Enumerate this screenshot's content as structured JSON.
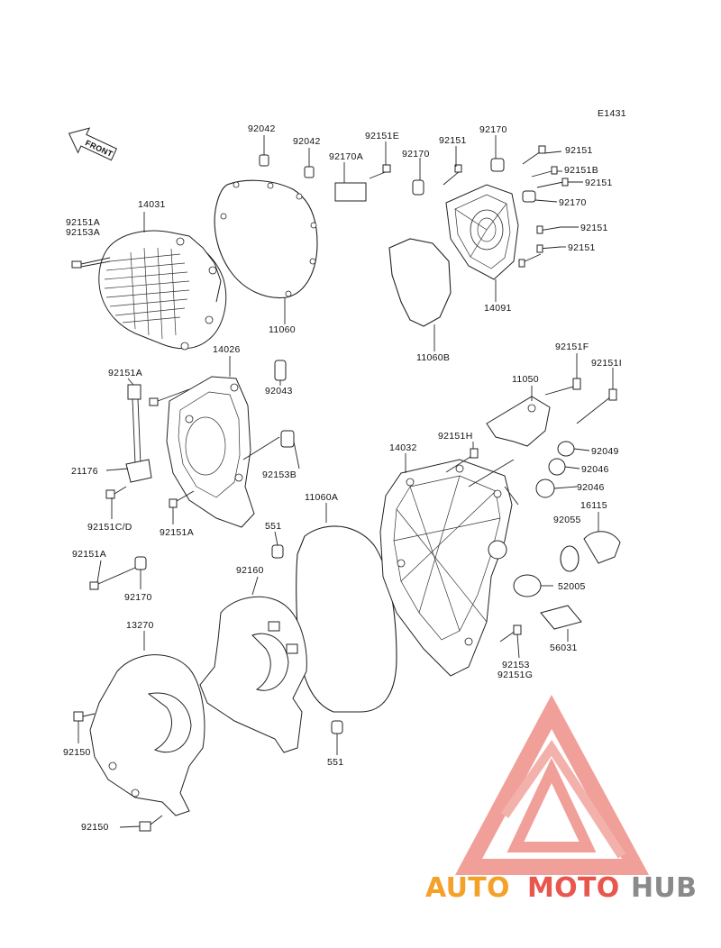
{
  "diagram": {
    "code": "E1431",
    "front_label": "FRONT",
    "part_labels": [
      {
        "id": "p1",
        "text": "92042"
      },
      {
        "id": "p2",
        "text": "92042"
      },
      {
        "id": "p3",
        "text": "92151E"
      },
      {
        "id": "p4",
        "text": "92151"
      },
      {
        "id": "p5",
        "text": "92170"
      },
      {
        "id": "p6",
        "text": "92170A"
      },
      {
        "id": "p7",
        "text": "92170"
      },
      {
        "id": "p8",
        "text": "92151"
      },
      {
        "id": "p9",
        "text": "92151B"
      },
      {
        "id": "p10",
        "text": "92151"
      },
      {
        "id": "p11",
        "text": "92170"
      },
      {
        "id": "p12",
        "text": "92151"
      },
      {
        "id": "p13",
        "text": "92151"
      },
      {
        "id": "p14",
        "text": "14031"
      },
      {
        "id": "p15",
        "text": "92151A"
      },
      {
        "id": "p16",
        "text": "92153A"
      },
      {
        "id": "p17",
        "text": "11060"
      },
      {
        "id": "p18",
        "text": "14091"
      },
      {
        "id": "p19",
        "text": "11060B"
      },
      {
        "id": "p20",
        "text": "14026"
      },
      {
        "id": "p21",
        "text": "92151A"
      },
      {
        "id": "p22",
        "text": "92043"
      },
      {
        "id": "p23",
        "text": "92151F"
      },
      {
        "id": "p24",
        "text": "92151I"
      },
      {
        "id": "p25",
        "text": "11050"
      },
      {
        "id": "p26",
        "text": "92151H"
      },
      {
        "id": "p27",
        "text": "92049"
      },
      {
        "id": "p28",
        "text": "14032"
      },
      {
        "id": "p29",
        "text": "92046"
      },
      {
        "id": "p30",
        "text": "21176"
      },
      {
        "id": "p31",
        "text": "92153B"
      },
      {
        "id": "p32",
        "text": "92046"
      },
      {
        "id": "p33",
        "text": "11060A"
      },
      {
        "id": "p34",
        "text": "16115"
      },
      {
        "id": "p35",
        "text": "92151C/D"
      },
      {
        "id": "p36",
        "text": "92055"
      },
      {
        "id": "p37",
        "text": "551"
      },
      {
        "id": "p38",
        "text": "92151A"
      },
      {
        "id": "p39",
        "text": "92151A"
      },
      {
        "id": "p40",
        "text": "92160"
      },
      {
        "id": "p41",
        "text": "52005"
      },
      {
        "id": "p42",
        "text": "92170"
      },
      {
        "id": "p43",
        "text": "13270"
      },
      {
        "id": "p44",
        "text": "56031"
      },
      {
        "id": "p45",
        "text": "92153"
      },
      {
        "id": "p46",
        "text": "92151G"
      },
      {
        "id": "p47",
        "text": "92150"
      },
      {
        "id": "p48",
        "text": "551"
      },
      {
        "id": "p49",
        "text": "92150"
      }
    ]
  },
  "watermark": {
    "part1": "AUTO",
    "part2": "MOTO",
    "part3": "HUB",
    "color_orange": "#f4a12a",
    "color_red": "#e8574d",
    "color_gray": "#8a8a8a"
  }
}
